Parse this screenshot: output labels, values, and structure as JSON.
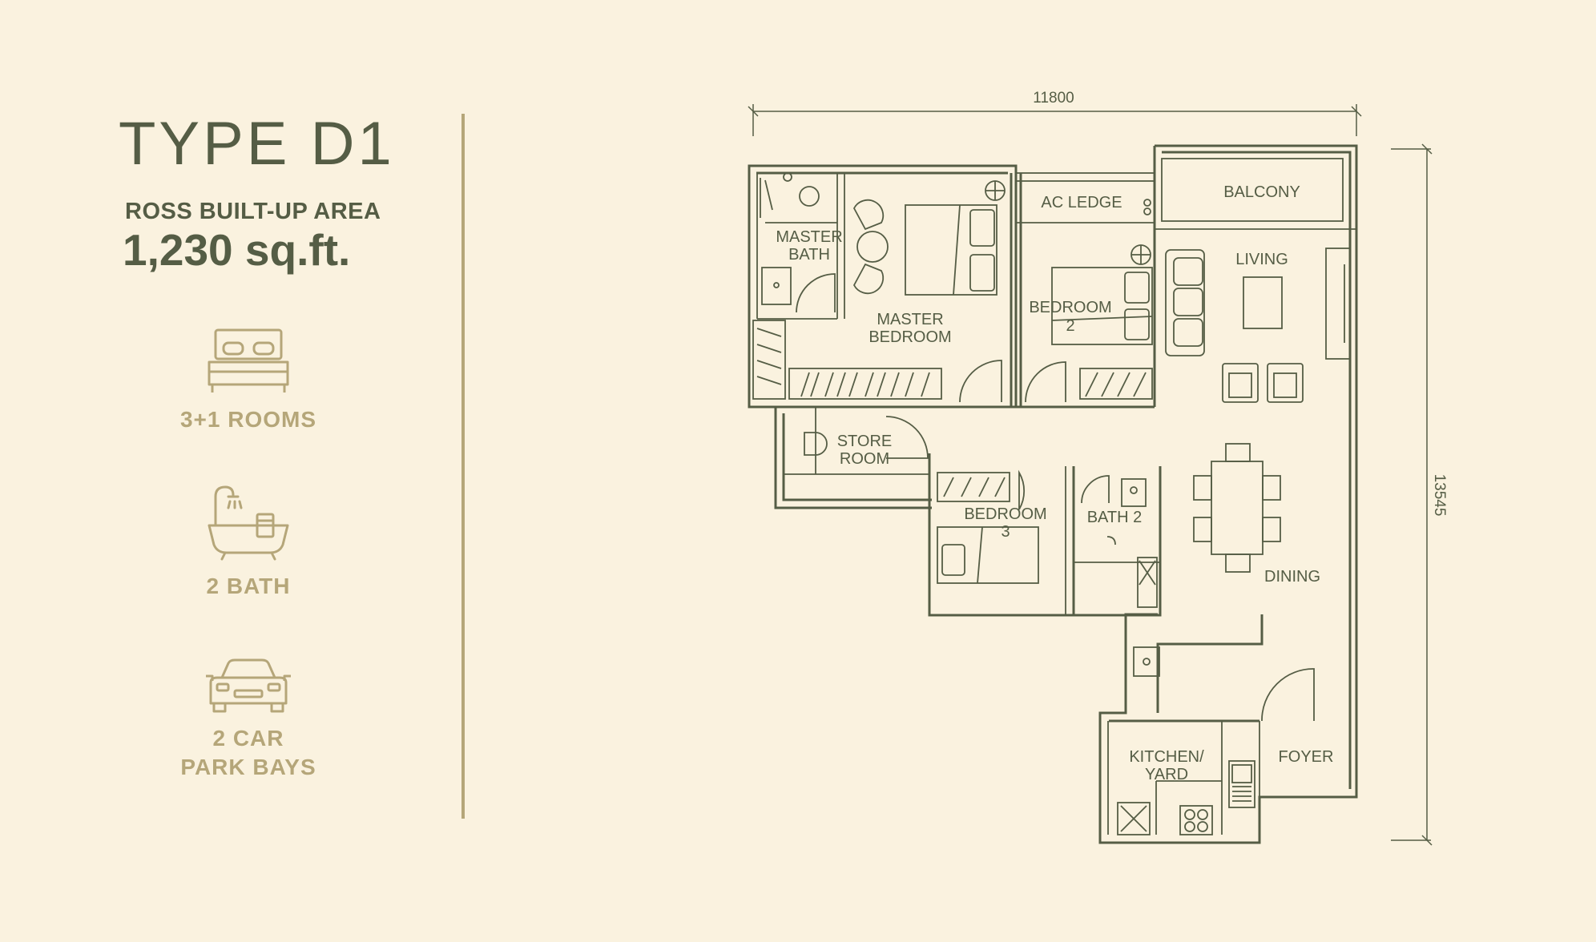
{
  "header": {
    "title": "TYPE D1",
    "area_label": "ROSS BUILT-UP AREA",
    "area_value": "1,230 sq.ft."
  },
  "features": [
    {
      "icon": "bed-icon",
      "label": "3+1 ROOMS"
    },
    {
      "icon": "bathtub-icon",
      "label": "2 BATH"
    },
    {
      "icon": "car-icon",
      "label": "2 CAR\nPARK BAYS"
    }
  ],
  "floorplan": {
    "dim_width": "11800",
    "dim_height": "13545",
    "rooms": {
      "master_bath": [
        "MASTER",
        "BATH"
      ],
      "master_bedroom": [
        "MASTER",
        "BEDROOM"
      ],
      "ac_ledge": "AC LEDGE",
      "balcony": "BALCONY",
      "living": "LIVING",
      "bedroom2": [
        "BEDROOM",
        "2"
      ],
      "store_room": [
        "STORE",
        "ROOM"
      ],
      "bedroom3": [
        "BEDROOM",
        "3"
      ],
      "bath2": "BATH 2",
      "dining": "DINING",
      "kitchen": [
        "KITCHEN/",
        "YARD"
      ],
      "foyer": "FOYER"
    }
  },
  "colors": {
    "background": "#faf2df",
    "ink": "#555d45",
    "accent": "#b5a679"
  }
}
